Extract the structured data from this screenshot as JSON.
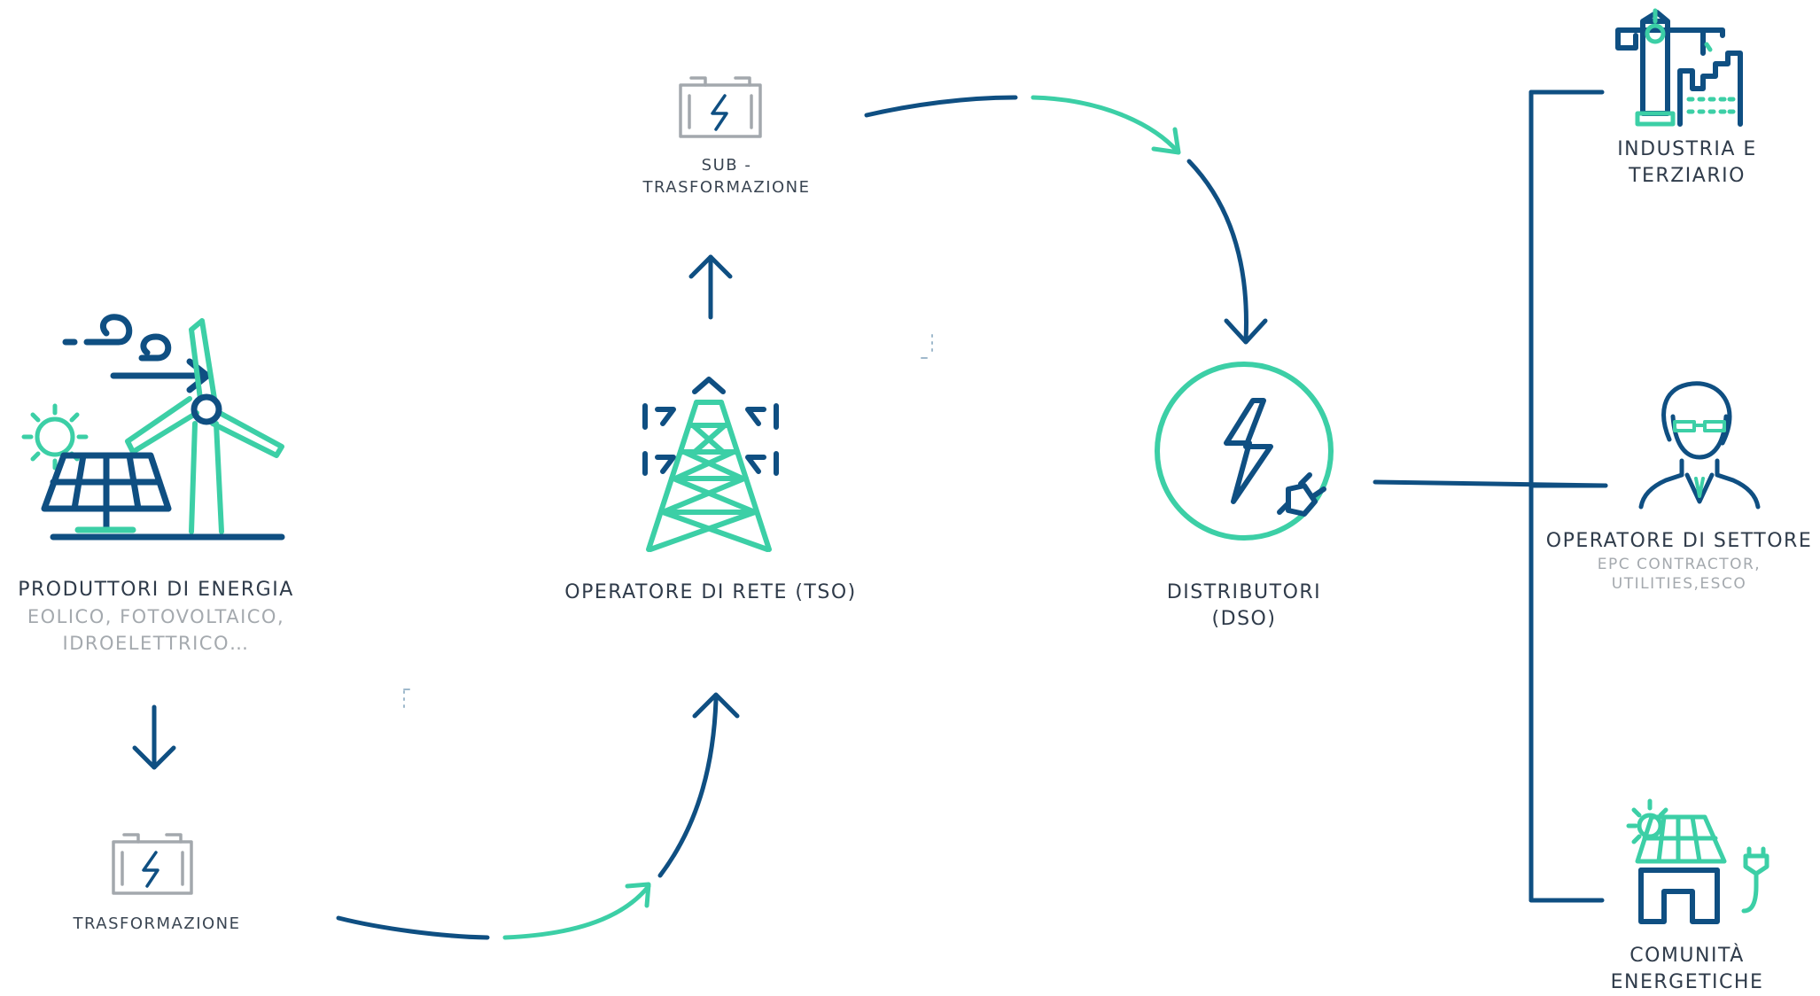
{
  "colors": {
    "navy": "#0f4f82",
    "teal": "#3ccfa6",
    "grey": "#a3a8ad",
    "text": "#2f3b4a",
    "muted": "#a4a9ae"
  },
  "nodes": {
    "produttori": {
      "title": "PRODUTTORI DI ENERGIA",
      "sub1": "EOLICO, FOTOVOLTAICO,",
      "sub2": "IDROELETTRICO…",
      "icon": "wind-solar-icon"
    },
    "trasformazione": {
      "title": "TRASFORMAZIONE",
      "icon": "battery-icon"
    },
    "sub_trasformazione": {
      "line1": "SUB -",
      "line2": "TRASFORMAZIONE",
      "icon": "battery-icon"
    },
    "tso": {
      "title": "OPERATORE DI RETE (TSO)",
      "icon": "power-pylon-icon"
    },
    "dso": {
      "line1": "DISTRIBUTORI",
      "line2": "(DSO)",
      "icon": "lightning-plug-icon"
    },
    "industria": {
      "line1": "INDUSTRIA E",
      "line2": "TERZIARIO",
      "icon": "factory-crane-icon"
    },
    "operatore_settore": {
      "title": "OPERATORE DI SETTORE",
      "sub1": "EPC CONTRACTOR,",
      "sub2": "UTILITIES,ESCO",
      "icon": "person-icon"
    },
    "comunita": {
      "line1": "COMUNITÀ",
      "line2": "ENERGETICHE",
      "icon": "solar-house-icon"
    }
  }
}
